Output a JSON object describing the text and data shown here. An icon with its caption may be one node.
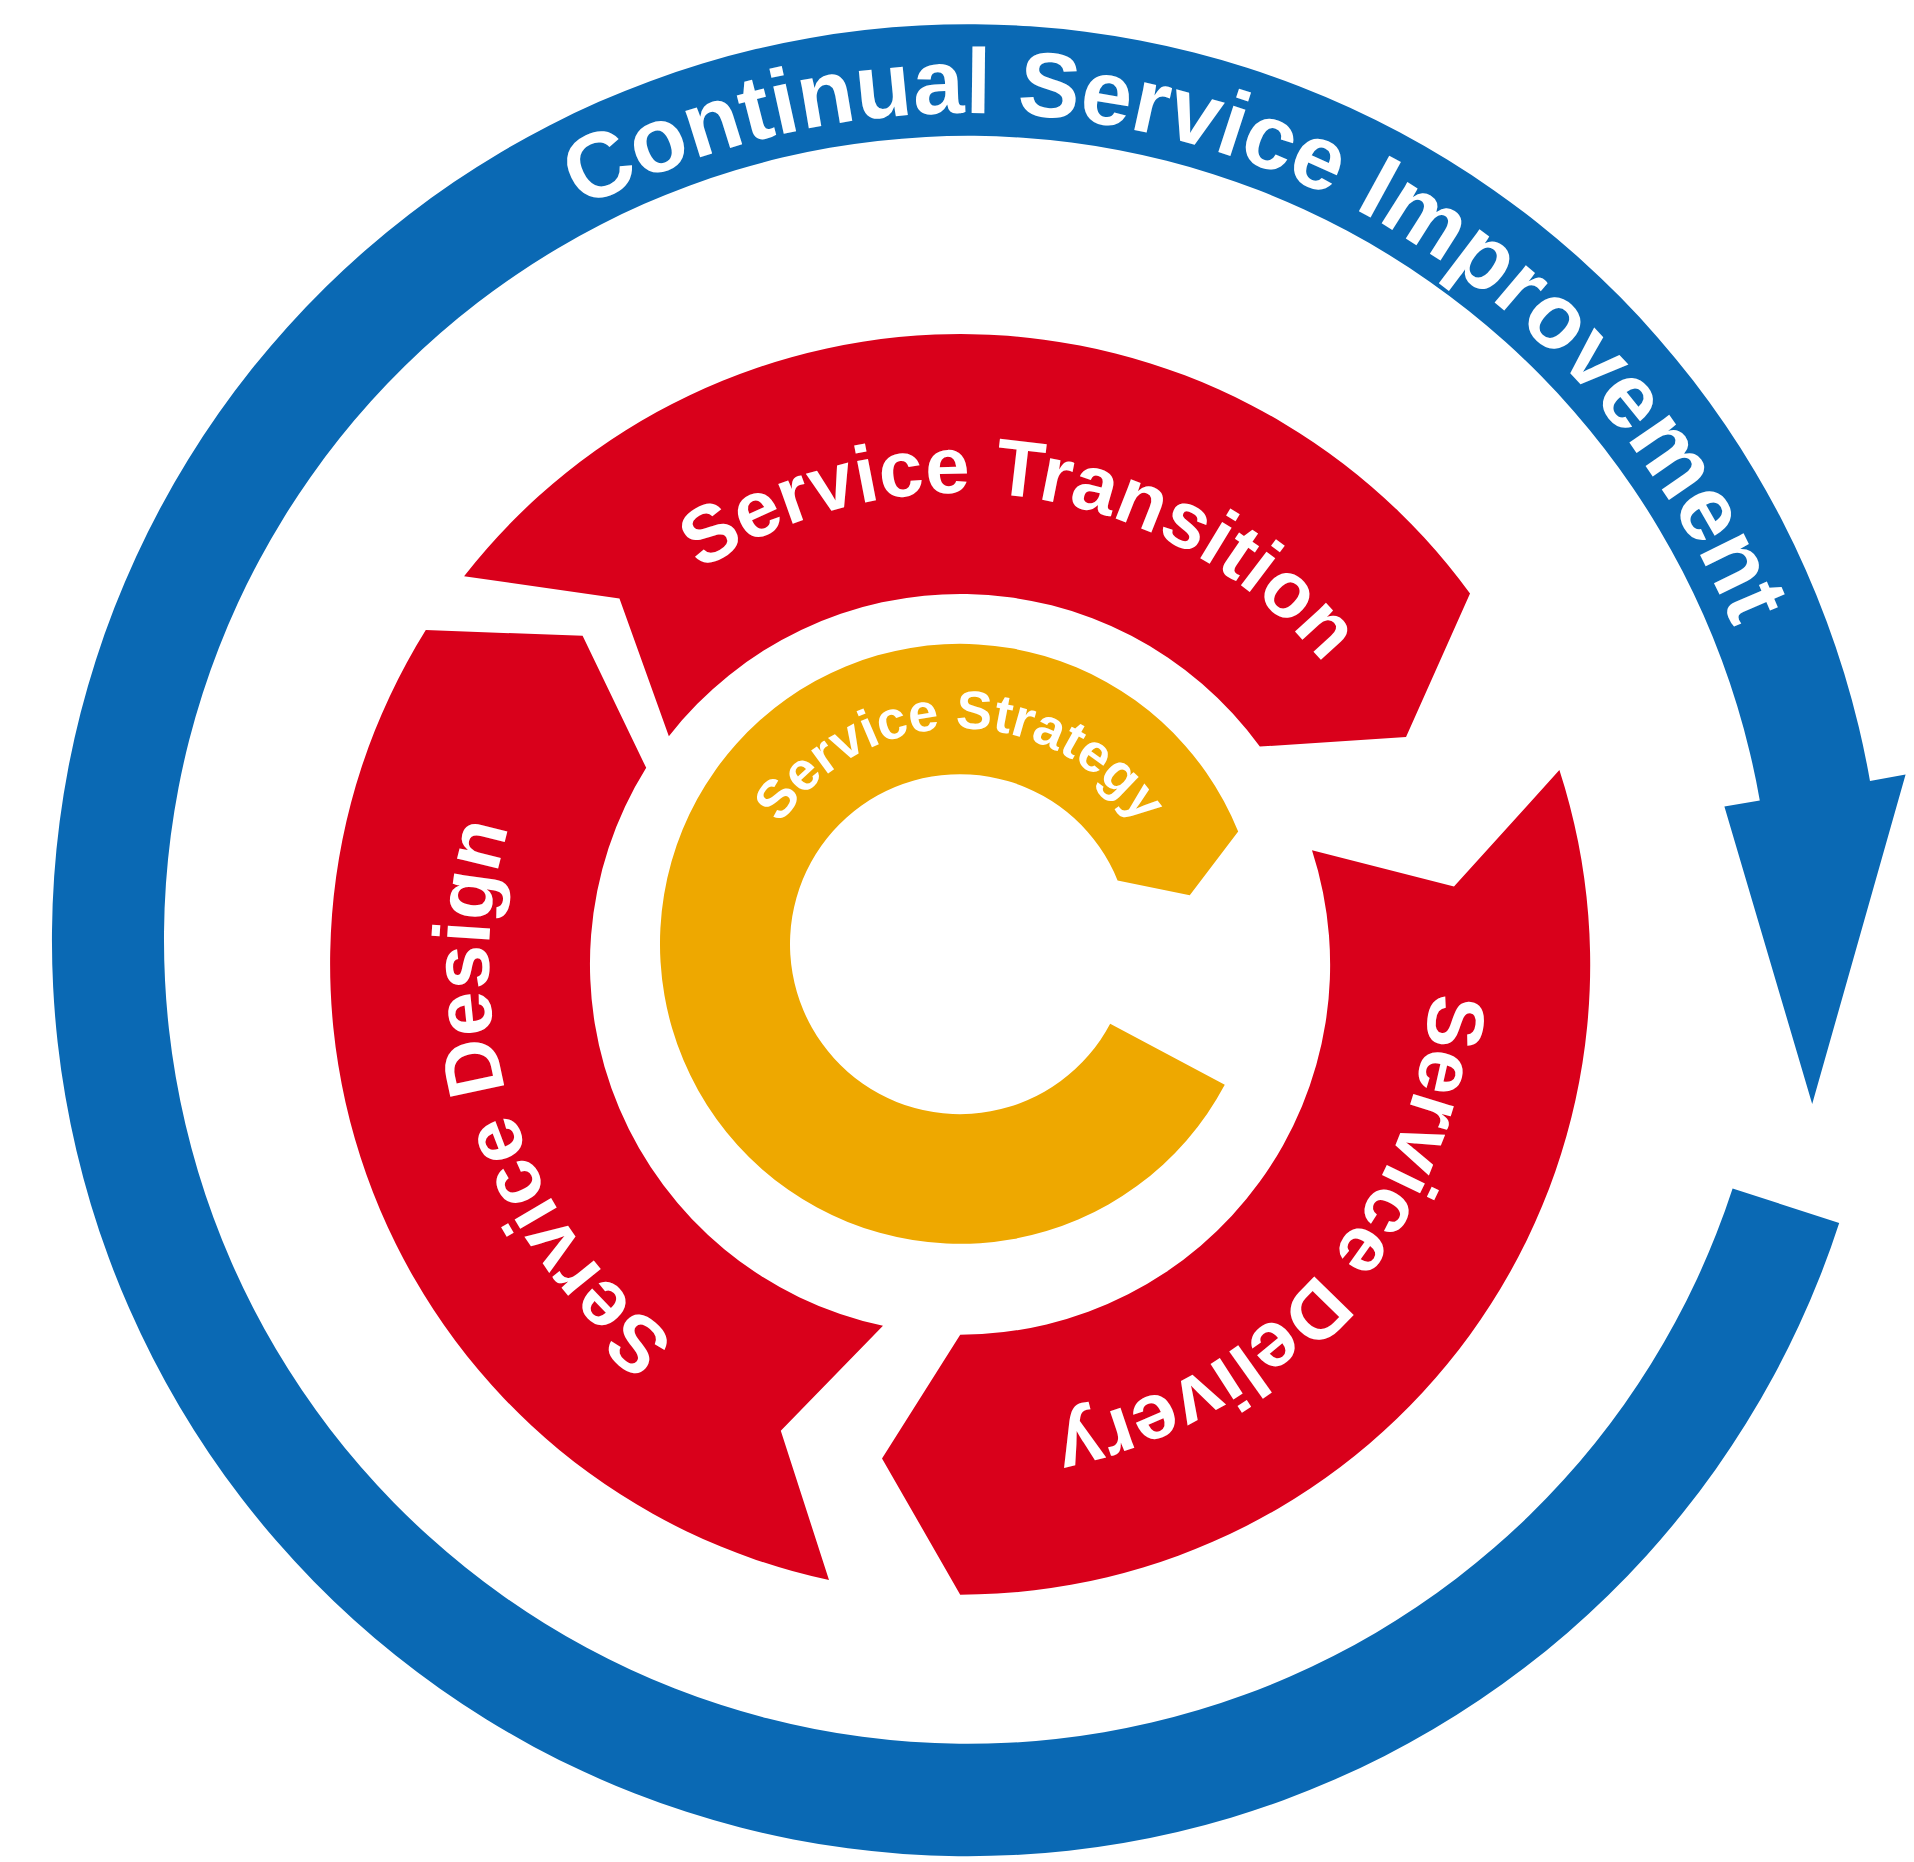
{
  "diagram": {
    "nodes": [
      {
        "text": [
          "Continual Service Improvement"
        ]
      },
      {
        "text": [
          "Service Transition"
        ]
      },
      {
        "text": [
          "Service Delivery"
        ]
      },
      {
        "text": [
          "Service Design"
        ]
      },
      {
        "text": [
          "Service Strategy"
        ]
      }
    ]
  }
}
